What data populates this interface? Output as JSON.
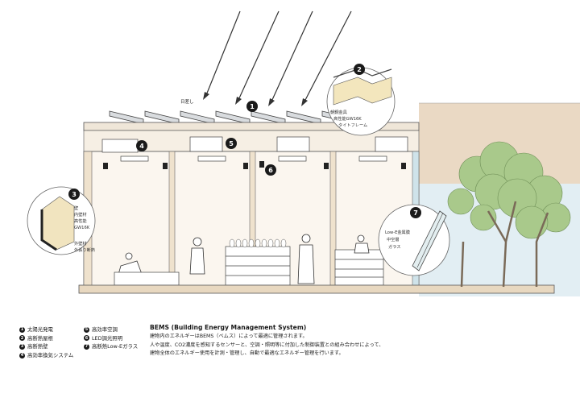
{
  "diagram": {
    "sun_label": "日差し",
    "callouts": {
      "c2": [
        "朝鋼金具",
        "高性能GW16K",
        "タイトフレーム"
      ],
      "c3": [
        "壁",
        "内壁材",
        "高性能",
        "GW16K",
        "外壁材",
        "外張り断熱"
      ],
      "c7": [
        "Low-E金属膜",
        "中空層",
        "ガラス"
      ]
    },
    "numbers": [
      "1",
      "2",
      "3",
      "4",
      "5",
      "6",
      "7"
    ]
  },
  "legend": {
    "col1": [
      {
        "num": "1",
        "label": "太陽光発電"
      },
      {
        "num": "2",
        "label": "高断熱屋根"
      },
      {
        "num": "3",
        "label": "高断熱壁"
      },
      {
        "num": "4",
        "label": "高効率換気システム"
      }
    ],
    "col2": [
      {
        "num": "5",
        "label": "高効率空調"
      },
      {
        "num": "6",
        "label": "LED調光照明"
      },
      {
        "num": "7",
        "label": "高断熱Low-Eガラス"
      }
    ]
  },
  "bems": {
    "title": "BEMS (Building Energy Management System)",
    "lines": [
      "建物内のエネルギーはBEMS（ベムス）によって最適に管理されます。",
      "人や温度、CO2濃度を感知するセンサーと、空調・照明等に付加した制御装置との組み合わせによって、",
      "建物全体のエネルギー使用を計測・管理し、自動で最適なエネルギー管理を行います。"
    ]
  }
}
